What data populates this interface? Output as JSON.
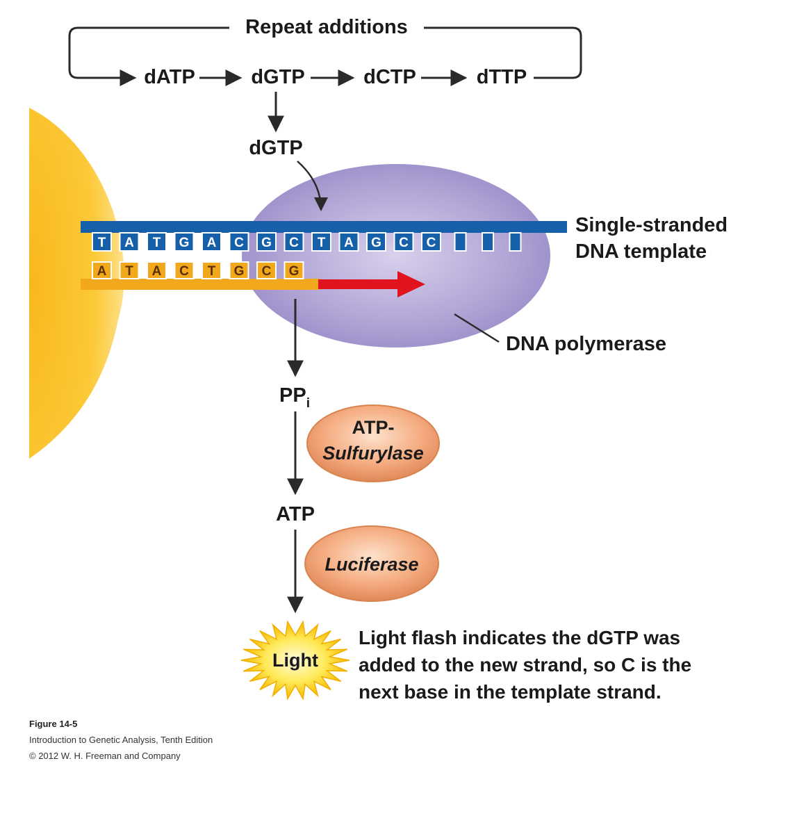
{
  "cycle": {
    "label": "Repeat additions",
    "nucleotides": [
      "dATP",
      "dGTP",
      "dCTP",
      "dTTP"
    ]
  },
  "incoming_nucleotide": "dGTP",
  "template_strand": {
    "label_line1": "Single-stranded",
    "label_line2": "DNA template",
    "bases": [
      "T",
      "A",
      "T",
      "G",
      "A",
      "C",
      "G",
      "C",
      "T",
      "A",
      "G",
      "C",
      "C"
    ],
    "empty_slots": 3,
    "color": "#1560a8"
  },
  "new_strand": {
    "bases": [
      "A",
      "T",
      "A",
      "C",
      "T",
      "G",
      "C",
      "G"
    ],
    "color": "#f2a81c"
  },
  "polymerase": {
    "label": "DNA polymerase",
    "color": "#a99bd0"
  },
  "pathway": {
    "ppi_main": "PP",
    "ppi_sub": "i",
    "enzyme1_line1": "ATP-",
    "enzyme1_line2": "Sulfurylase",
    "atp": "ATP",
    "enzyme2": "Luciferase",
    "light": "Light"
  },
  "note": {
    "line1": "Light flash indicates the dGTP was",
    "line2": "added to the new strand, so C is the",
    "line3": "next base in the template strand."
  },
  "credit": {
    "figure": "Figure 14-5",
    "book": "Introduction to Genetic Analysis, Tenth Edition",
    "copyright": "© 2012 W. H. Freeman and Company"
  }
}
